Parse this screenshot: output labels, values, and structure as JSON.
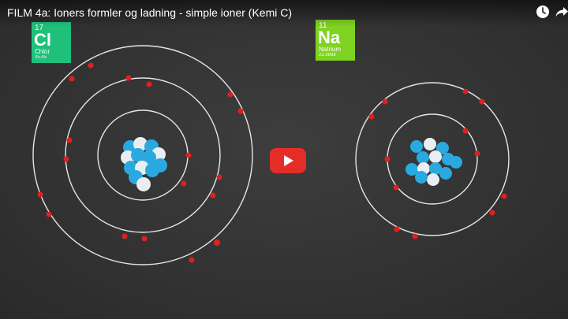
{
  "video": {
    "title": "FILM 4a: Ioners formler og ladning - simple ioner (Kemi C)"
  },
  "controls": {
    "watch_later_icon": "clock-icon",
    "share_icon": "share-arrow-icon",
    "play_icon": "play-icon",
    "play_color": "#e52d27"
  },
  "elements": {
    "chlorine": {
      "number": "17",
      "symbol": "Cl",
      "name": "Chlor",
      "mass": "35.45",
      "color": "#1fc07a"
    },
    "sodium": {
      "number": "11",
      "symbol": "Na",
      "name": "Natrium",
      "mass": "22.9898",
      "color": "#7ed321"
    }
  },
  "colors": {
    "electron": "#e02020",
    "orbit": "#e6e6e6",
    "proton": "#2aa9e0",
    "neutron": "#e8eef2"
  }
}
